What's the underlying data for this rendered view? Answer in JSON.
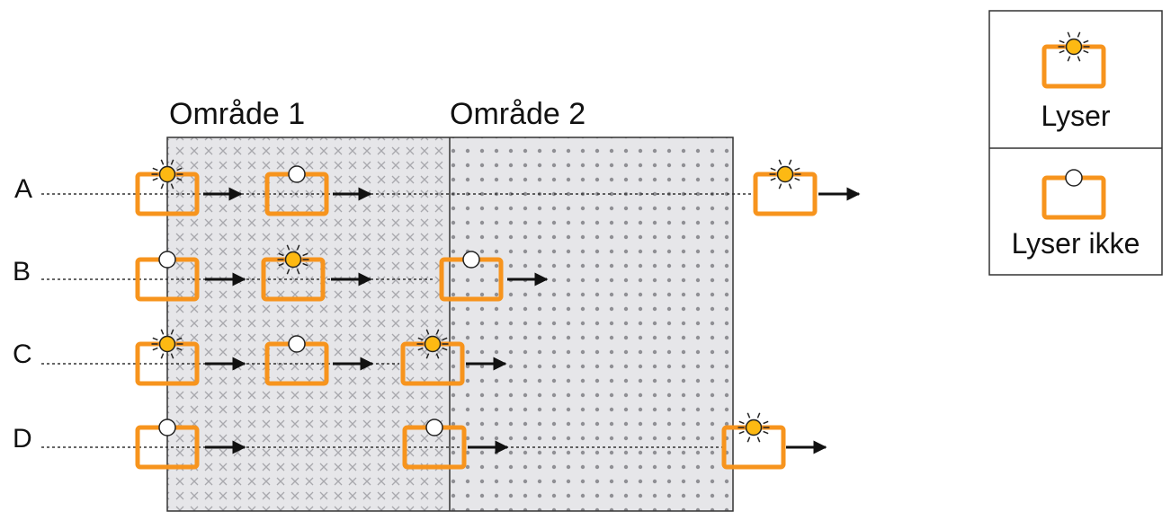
{
  "zones": [
    {
      "label": "Område 1"
    },
    {
      "label": "Område 2"
    }
  ],
  "rows": [
    {
      "label": "A",
      "states": [
        "Lyser",
        "Lyser ikke",
        "Lyser"
      ]
    },
    {
      "label": "B",
      "states": [
        "Lyser ikke",
        "Lyser",
        "Lyser ikke"
      ]
    },
    {
      "label": "C",
      "states": [
        "Lyser",
        "Lyser ikke",
        "Lyser"
      ]
    },
    {
      "label": "D",
      "states": [
        "Lyser ikke",
        "Lyser ikke",
        "Lyser"
      ]
    }
  ],
  "legend": {
    "lit_label": "Lyser",
    "unlit_label": "Lyser ikke"
  },
  "colors": {
    "box_stroke": "#f7941d",
    "lamp_on": "#fdb913",
    "zone_bg": "#e6e6e9",
    "cross_pattern": "#a8a8ad",
    "dot_pattern": "#8f8f94"
  }
}
